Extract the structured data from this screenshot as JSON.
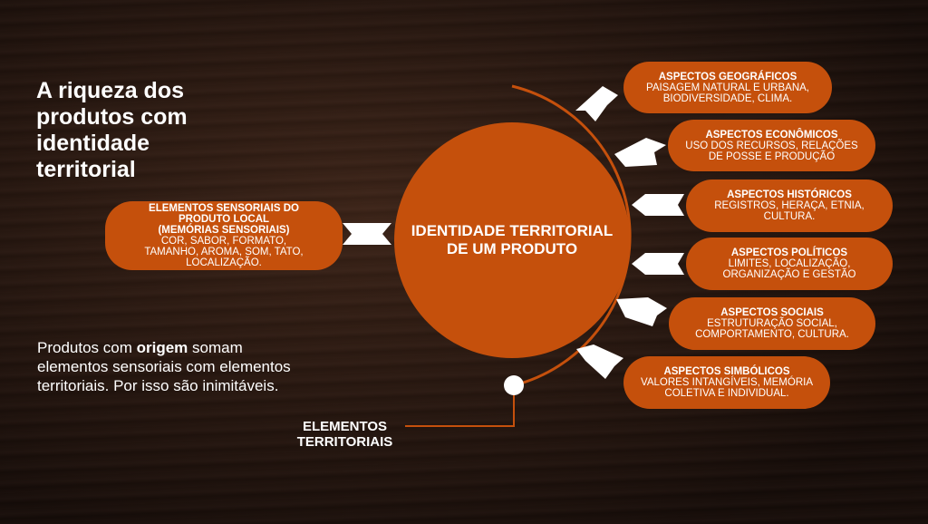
{
  "title": "A riqueza dos produtos com identidade territorial",
  "note": {
    "pre": "Produtos com ",
    "bold": "origem",
    "post": " somam elementos sensoriais com elementos territoriais. Por isso são inimitáveis."
  },
  "center": "IDENTIDADE TERRITORIAL DE UM PRODUTO",
  "sensorial": {
    "heading": "ELEMENTOS SENSORIAIS DO PRODUTO LOCAL (MEMÓRIAS SENSORIAIS)",
    "text": "COR, SABOR, FORMATO, TAMANHO, AROMA, SOM, TATO, LOCALIZAÇÃO."
  },
  "territorial_label": "ELEMENTOS TERRITORIAIS",
  "aspects": [
    {
      "heading": "ASPECTOS GEOGRÁFICOS",
      "text": "PAISAGEM NATURAL E URBANA, BIODIVERSIDADE, CLIMA."
    },
    {
      "heading": "ASPECTOS ECONÔMICOS",
      "text": "USO DOS RECURSOS, RELAÇÕES DE POSSE E PRODUÇÃO"
    },
    {
      "heading": "ASPECTOS HISTÓRICOS",
      "text": "REGISTROS, HERAÇA, ETNIA, CULTURA."
    },
    {
      "heading": "ASPECTOS POLÍTICOS",
      "text": "LIMITES, LOCALIZAÇÃO, ORGANIZAÇÃO E GESTÃO"
    },
    {
      "heading": "ASPECTOS SOCIAIS",
      "text": "ESTRUTURAÇÃO SOCIAL, COMPORTAMENTO, CULTURA."
    },
    {
      "heading": "ASPECTOS SIMBÓLICOS",
      "text": "VALORES INTANGÍVEIS, MEMÓRIA COLETIVA E INDIVIDUAL."
    }
  ],
  "colors": {
    "accent": "#c5500c"
  }
}
